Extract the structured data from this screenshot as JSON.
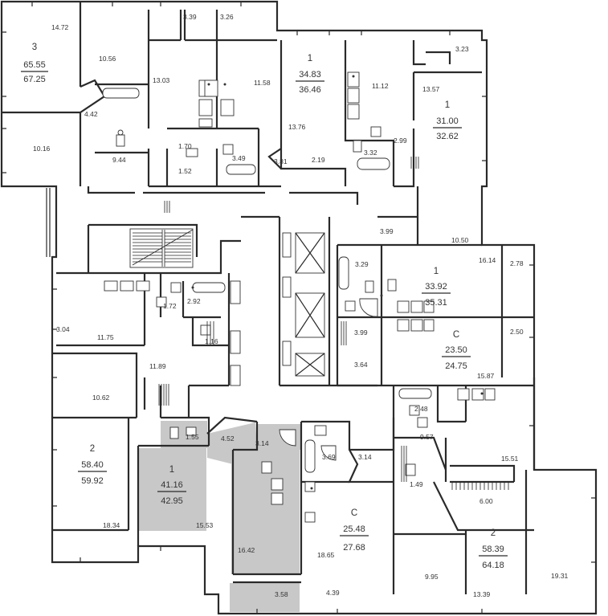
{
  "colors": {
    "wall": "#2a2a2a",
    "highlight": "#c8c8c8",
    "background": "#ffffff"
  },
  "room_areas": [
    "14.72",
    "3.39",
    "3.26",
    "10.56",
    "13.03",
    "11.58",
    "11.12",
    "3.23",
    "13.57",
    "4.42",
    "13.76",
    "10.16",
    "9.44",
    "1.70",
    "1.52",
    "3.49",
    "3.81",
    "2.19",
    "3.32",
    "2.99",
    "3.99",
    "10.50",
    "3.29",
    "16.14",
    "2.78",
    "1.72",
    "2.92",
    "3.04",
    "11.75",
    "1.16",
    "3.99",
    "2.50",
    "11.89",
    "3.64",
    "15.87",
    "10.62",
    "2.48",
    "1.55",
    "4.52",
    "3.14",
    "9.57",
    "3.69",
    "3.14",
    "15.51",
    "1.49",
    "6.00",
    "18.34",
    "15.53",
    "16.42",
    "18.65",
    "9.95",
    "13.39",
    "19.31",
    "3.58",
    "4.39"
  ],
  "apartments": [
    {
      "rooms": "3",
      "living": "65.55",
      "total": "67.25"
    },
    {
      "rooms": "1",
      "living": "34.83",
      "total": "36.46"
    },
    {
      "rooms": "1",
      "living": "31.00",
      "total": "32.62"
    },
    {
      "rooms": "1",
      "living": "33.92",
      "total": "35.31"
    },
    {
      "rooms": "C",
      "living": "23.50",
      "total": "24.75"
    },
    {
      "rooms": "2",
      "living": "58.40",
      "total": "59.92"
    },
    {
      "rooms": "1",
      "living": "41.16",
      "total": "42.95"
    },
    {
      "rooms": "C",
      "living": "25.48",
      "total": "27.68"
    },
    {
      "rooms": "2",
      "living": "58.39",
      "total": "64.18"
    }
  ]
}
